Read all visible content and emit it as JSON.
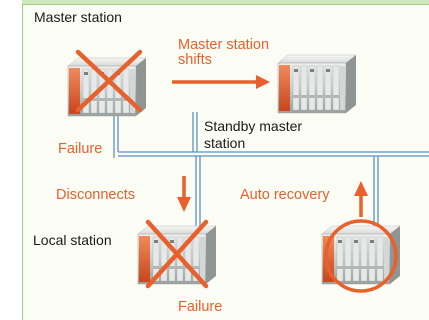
{
  "labels": {
    "master_station": "Master station",
    "master_station_shifts": "Master station\nshifts",
    "standby_master_station": "Standby master\nstation",
    "failure_top": "Failure",
    "disconnects": "Disconnects",
    "auto_recovery": "Auto recovery",
    "local_station": "Local station",
    "failure_bottom": "Failure"
  },
  "colors": {
    "accent": "#e8602c",
    "network_line": "#5e8fc6",
    "panel_border": "#9ccf7a",
    "panel_fill": "#fbfdf5"
  },
  "icons": {
    "failure_mark": "cross-icon",
    "recovery_mark": "circle-icon"
  }
}
